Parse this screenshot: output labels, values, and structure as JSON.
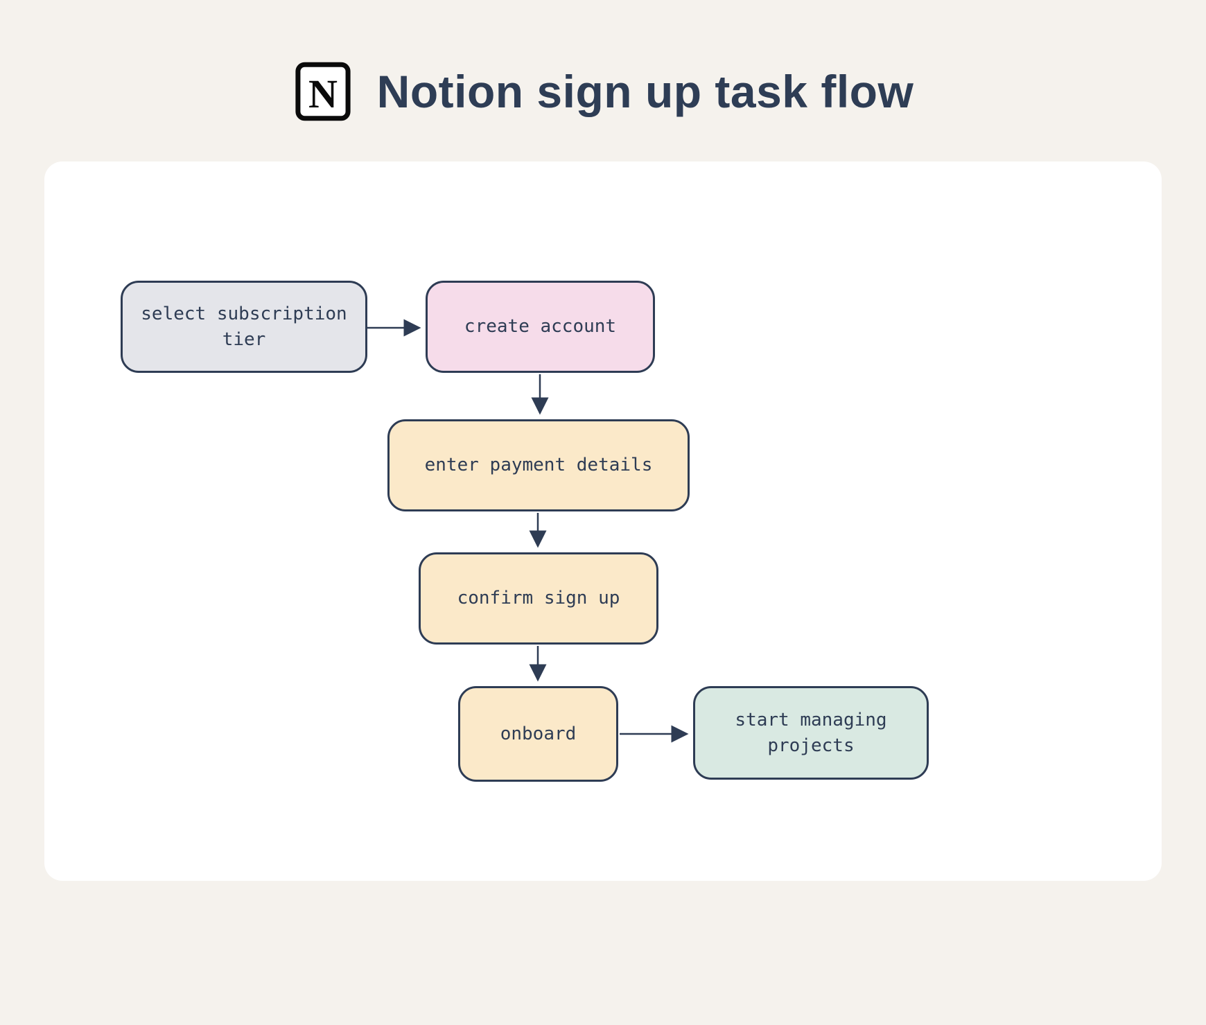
{
  "header": {
    "title": "Notion sign up task flow",
    "logo": "notion-logo"
  },
  "diagram": {
    "type": "flowchart",
    "nodes": [
      {
        "id": "select-subscription-tier",
        "label": "select subscription tier",
        "fill": "#e4e5ea"
      },
      {
        "id": "create-account",
        "label": "create account",
        "fill": "#f6dcea"
      },
      {
        "id": "enter-payment-details",
        "label": "enter payment details",
        "fill": "#fbe9c9"
      },
      {
        "id": "confirm-sign-up",
        "label": "confirm sign up",
        "fill": "#fbe9c9"
      },
      {
        "id": "onboard",
        "label": "onboard",
        "fill": "#fbe9c9"
      },
      {
        "id": "start-managing-projects",
        "label": "start managing projects",
        "fill": "#d9e9e2"
      }
    ],
    "edges": [
      {
        "from": "select-subscription-tier",
        "to": "create-account"
      },
      {
        "from": "create-account",
        "to": "enter-payment-details"
      },
      {
        "from": "enter-payment-details",
        "to": "confirm-sign-up"
      },
      {
        "from": "confirm-sign-up",
        "to": "onboard"
      },
      {
        "from": "onboard",
        "to": "start-managing-projects"
      }
    ],
    "colors": {
      "background": "#f5f2ed",
      "card": "#ffffff",
      "node_border": "#2e3c54",
      "node_text": "#2e3c54",
      "arrow": "#2e3c54",
      "title_text": "#2e3d55"
    }
  }
}
